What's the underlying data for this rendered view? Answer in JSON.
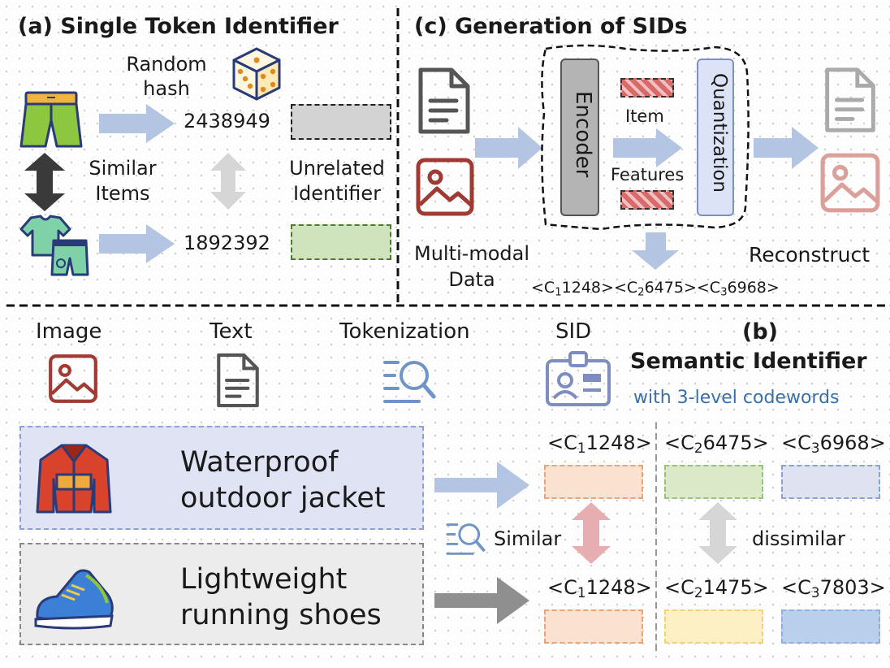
{
  "panel_a": {
    "title": "(a) Single Token Identifier",
    "random_hash": "Random hash",
    "id_1": "2438949",
    "id_2": "1892392",
    "similar_items": "Similar Items",
    "unrelated_identifier": "Unrelated Identifier"
  },
  "panel_c": {
    "title": "(c) Generation of SIDs",
    "encoder": "Encoder",
    "item": "Item",
    "features": "Features",
    "quantization": "Quantization",
    "multimodal": "Multi-modal Data",
    "reconstruct": "Reconstruct",
    "codes": [
      "<C1248",
      "<C6475",
      "<C6968>"
    ],
    "code_prefix": "<C",
    "code_subs": [
      "1",
      "2",
      "3"
    ],
    "code_vals": [
      "1248",
      "6475",
      "6968"
    ]
  },
  "panel_b": {
    "label": "(b)",
    "title": "Semantic Identifier",
    "subtitle": "with 3-level codewords",
    "legend": {
      "image": "Image",
      "text": "Text",
      "tokenization": "Tokenization",
      "sid": "SID"
    },
    "item_1": "Waterproof outdoor jacket",
    "item_2": "Lightweight running shoes",
    "similar": "Similar",
    "dissimilar": "dissimilar",
    "code_1a": {
      "prefix": "<C",
      "sub": "1",
      "val": "1248>"
    },
    "code_1b": {
      "prefix": "<C",
      "sub": "2",
      "val": "6475>"
    },
    "code_1c": {
      "prefix": "<C",
      "sub": "3",
      "val": "6968>"
    },
    "code_2a": {
      "prefix": "<C",
      "sub": "1",
      "val": "1248>"
    },
    "code_2b": {
      "prefix": "<C",
      "sub": "2",
      "val": "1475>"
    },
    "code_2c": {
      "prefix": "<C",
      "sub": "3",
      "val": "7803>"
    }
  },
  "colors": {
    "arrow_blue": "#a9bfe0",
    "arrow_gray": "#8f8f8f",
    "arrow_pink": "#e4a8a8",
    "box_orange": "#fbe1d0",
    "box_green": "#dbe9c9",
    "box_lav": "#dfe3f1",
    "box_yellow": "#fdf0c4",
    "box_blue": "#b9cfeb",
    "subtitle_blue": "#3a6ea8"
  }
}
